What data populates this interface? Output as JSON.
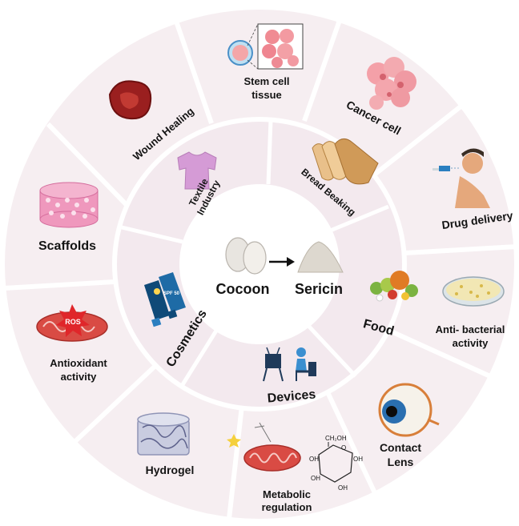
{
  "center": {
    "left_label": "Cocoon",
    "right_label": "Sericin"
  },
  "inner_ring": {
    "textile": [
      "Textile",
      "Industry"
    ],
    "bread": "Bread Beaking",
    "food": "Food",
    "devices": "Devices",
    "cosmetics": "Cosmetics"
  },
  "outer_ring": {
    "stem_cell": [
      "Stem cell",
      "tissue"
    ],
    "cancer_cell": "Cancer cell",
    "drug_delivery": "Drug delivery",
    "antibacterial": [
      "Anti- bacterial",
      "activity"
    ],
    "contact_lens": [
      "Contact",
      "Lens"
    ],
    "metabolic": [
      "Metabolic",
      "regulation"
    ],
    "hydrogel": "Hydrogel",
    "antioxidant": [
      "Antioxidant",
      "activity"
    ],
    "scaffolds": "Scaffolds",
    "wound_healing": "Wound Healing"
  },
  "icons": {
    "ros_label": "ROS",
    "spf_label": "SPF 50",
    "glucose_labels": [
      "CH₂OH",
      "O",
      "OH",
      "OH",
      "OH",
      "OH"
    ]
  },
  "colors": {
    "outer_ring": "#f6eef1",
    "inner_ring": "#f3e9ee",
    "separator": "#ffffff",
    "center_circle": "#ffffff"
  }
}
